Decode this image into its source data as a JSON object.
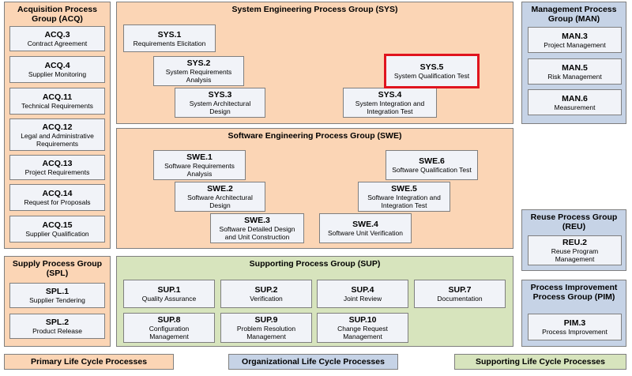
{
  "groups": {
    "acq": {
      "title": "Acquisition Process Group (ACQ)",
      "items": [
        {
          "id": "ACQ.3",
          "name": "Contract Agreement"
        },
        {
          "id": "ACQ.4",
          "name": "Supplier Monitoring"
        },
        {
          "id": "ACQ.11",
          "name": "Technical Requirements"
        },
        {
          "id": "ACQ.12",
          "name": "Legal and Administrative Requirements"
        },
        {
          "id": "ACQ.13",
          "name": "Project Requirements"
        },
        {
          "id": "ACQ.14",
          "name": "Request for Proposals"
        },
        {
          "id": "ACQ.15",
          "name": "Supplier Qualification"
        }
      ]
    },
    "sys": {
      "title": "System Engineering Process Group (SYS)",
      "items": [
        {
          "id": "SYS.1",
          "name": "Requirements Elicitation"
        },
        {
          "id": "SYS.2",
          "name": "System Requirements Analysis"
        },
        {
          "id": "SYS.3",
          "name": "System Architectural Design"
        },
        {
          "id": "SYS.4",
          "name": "System Integration and Integration Test"
        },
        {
          "id": "SYS.5",
          "name": "System Qualification Test"
        }
      ]
    },
    "man": {
      "title": "Management Process Group (MAN)",
      "items": [
        {
          "id": "MAN.3",
          "name": "Project Management"
        },
        {
          "id": "MAN.5",
          "name": "Risk Management"
        },
        {
          "id": "MAN.6",
          "name": "Measurement"
        }
      ]
    },
    "swe": {
      "title": "Software Engineering Process Group (SWE)",
      "items": [
        {
          "id": "SWE.1",
          "name": "Software Requirements Analysis"
        },
        {
          "id": "SWE.2",
          "name": "Software Architectural Design"
        },
        {
          "id": "SWE.3",
          "name": "Software Detailed Design and Unit Construction"
        },
        {
          "id": "SWE.4",
          "name": "Software Unit Verification"
        },
        {
          "id": "SWE.5",
          "name": "Software Integration and Integration Test"
        },
        {
          "id": "SWE.6",
          "name": "Software Qualification Test"
        }
      ]
    },
    "reu": {
      "title": "Reuse Process Group (REU)",
      "items": [
        {
          "id": "REU.2",
          "name": "Reuse Program Management"
        }
      ]
    },
    "spl": {
      "title": "Supply Process Group (SPL)",
      "items": [
        {
          "id": "SPL.1",
          "name": "Supplier Tendering"
        },
        {
          "id": "SPL.2",
          "name": "Product Release"
        }
      ]
    },
    "sup": {
      "title": "Supporting Process Group (SUP)",
      "items": [
        {
          "id": "SUP.1",
          "name": "Quality Assurance"
        },
        {
          "id": "SUP.2",
          "name": "Verification"
        },
        {
          "id": "SUP.4",
          "name": "Joint Review"
        },
        {
          "id": "SUP.7",
          "name": "Documentation"
        },
        {
          "id": "SUP.8",
          "name": "Configuration Management"
        },
        {
          "id": "SUP.9",
          "name": "Problem Resolution Management"
        },
        {
          "id": "SUP.10",
          "name": "Change Request Management"
        }
      ]
    },
    "pim": {
      "title": "Process Improvement Process Group (PIM)",
      "items": [
        {
          "id": "PIM.3",
          "name": "Process Improvement"
        }
      ]
    }
  },
  "legend": {
    "primary": "Primary Life Cycle Processes",
    "organizational": "Organizational Life Cycle Processes",
    "supporting": "Supporting Life Cycle Processes"
  },
  "colors": {
    "primary": "#fbd5b5",
    "organizational": "#c6d3e6",
    "supporting": "#d7e4bd",
    "highlight": "#e0141e"
  }
}
